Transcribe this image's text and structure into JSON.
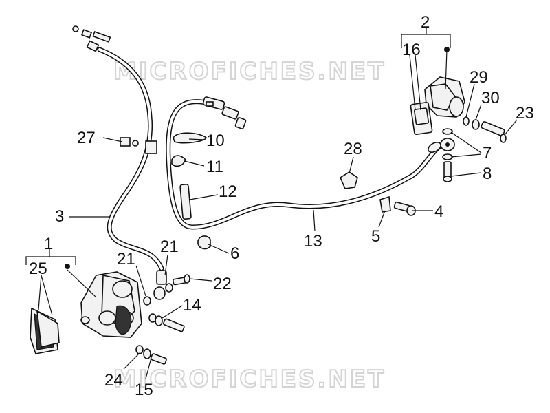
{
  "watermark": {
    "text": "MICROFICHES.NET"
  },
  "parts": {
    "p1": "1",
    "p2": "2",
    "p3": "3",
    "p4": "4",
    "p5": "5",
    "p6": "6",
    "p7": "7",
    "p8": "8",
    "p10": "10",
    "p11": "11",
    "p12": "12",
    "p13": "13",
    "p14": "14",
    "p15": "15",
    "p16": "16",
    "p21a": "21",
    "p21b": "21",
    "p22": "22",
    "p23": "23",
    "p24": "24",
    "p25": "25",
    "p27": "27",
    "p28": "28",
    "p29": "29",
    "p30": "30"
  }
}
